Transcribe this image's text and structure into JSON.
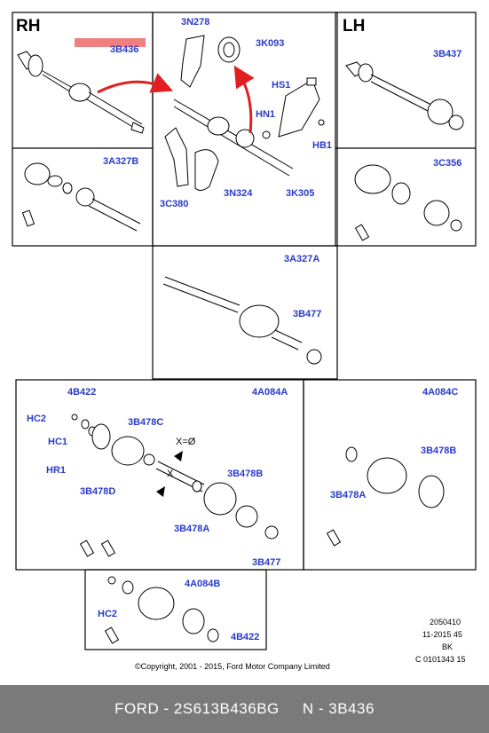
{
  "panels": {
    "rh_header": "RH",
    "lh_header": "LH"
  },
  "labels": {
    "p1_3b436": "3B436",
    "p1_3a327b": "3A327B",
    "p2_3n278": "3N278",
    "p2_3k093": "3K093",
    "p2_hs1": "HS1",
    "p2_hn1": "HN1",
    "p2_hb1": "HB1",
    "p2_3c380": "3C380",
    "p2_3n324": "3N324",
    "p2_3k305": "3K305",
    "p3_3b437": "3B437",
    "p3_3c356": "3C356",
    "p4_3a327a": "3A327A",
    "p4_3b477": "3B477",
    "p5_4b422": "4B422",
    "p5_4a084a": "4A084A",
    "p5_hc2": "HC2",
    "p5_3b478c": "3B478C",
    "p5_hc1": "HC1",
    "p5_hr1": "HR1",
    "p5_3b478d": "3B478D",
    "p5_x0": "X=Ø",
    "p5_x": "X",
    "p5_3b478b": "3B478B",
    "p5_3b478a": "3B478A",
    "p5_3b477": "3B477",
    "p6_4a084c": "4A084C",
    "p6_3b478b": "3B478B",
    "p6_3b478a": "3B478A",
    "p7_4a084b": "4A084B",
    "p7_hc2": "HC2",
    "p7_4b422": "4B422"
  },
  "meta": {
    "line1": "2050410",
    "line2": "11-2015 45",
    "line3": "BK",
    "line4": "C 0101343 15",
    "copyright": "©Copyright, 2001 - 2015, Ford Motor Company Limited"
  },
  "footer": {
    "text": "FORD - 2S613B436BG     N - 3B436"
  },
  "colors": {
    "label_blue": "#2a3cc8",
    "arrow_red": "#e02020",
    "highlight": "#f08080",
    "footer_bg": "#7a7a7a"
  }
}
